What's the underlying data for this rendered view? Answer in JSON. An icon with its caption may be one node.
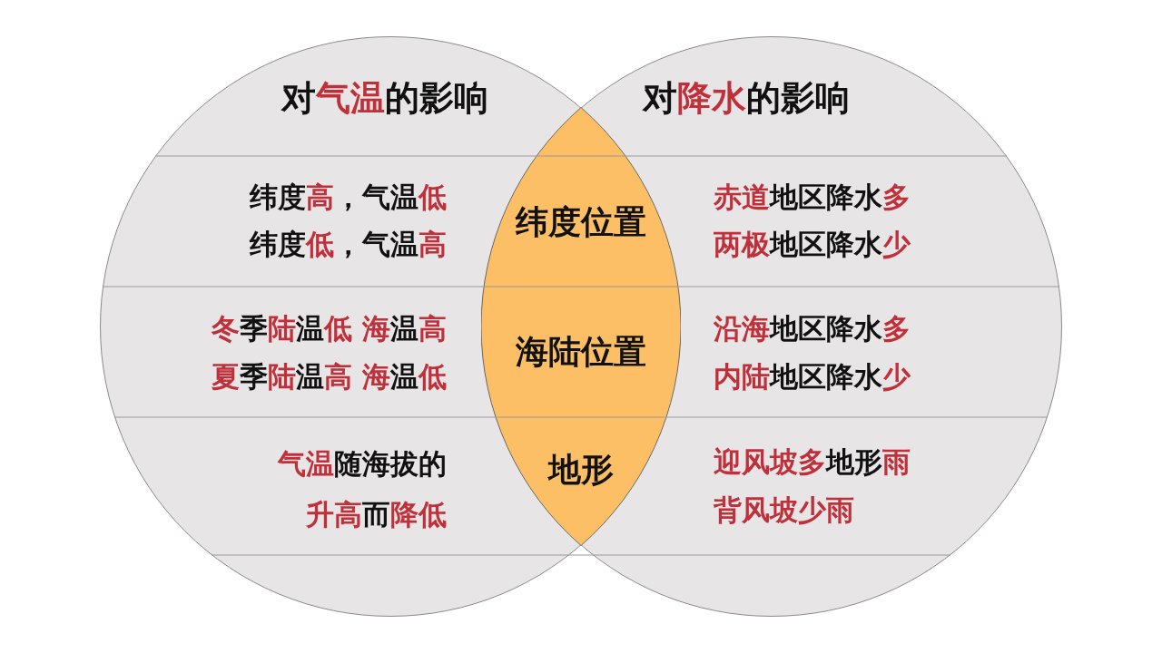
{
  "diagram": {
    "nodes": [
      {
        "text": [
          "对**气温**的影响",
          "纬度**高**，气温**低**",
          "纬度**低**，气温**高**",
          "**冬**季**陆**温**低** **海**温**高**",
          "**夏**季**陆**温**高** **海**温**低**",
          "**气温**随海拔的**升高**而**降低**"
        ]
      },
      {
        "text": [
          "对**降水**的影响",
          "**赤道**地区降水**多**",
          "**两极**地区降水**少**",
          "**沿海**地区降水**多**",
          "**内陆**地区降水**少**",
          "**迎风坡多**地形**雨**",
          "**背风坡少雨**"
        ]
      },
      {
        "text": [
          "纬度位置",
          "海陆位置",
          "地形"
        ]
      }
    ]
  }
}
